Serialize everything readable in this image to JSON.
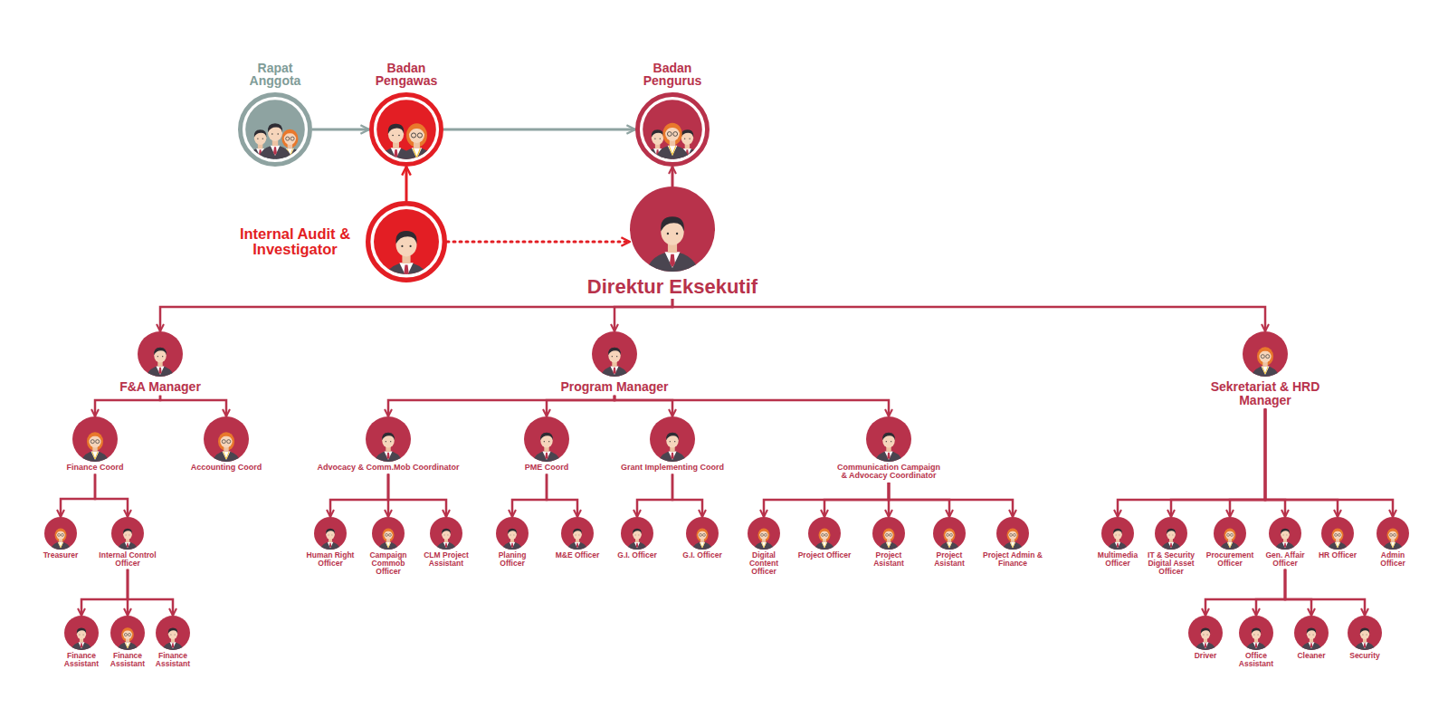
{
  "diagram": {
    "nodes": [
      {
        "text": [
          "Rapat Anggota"
        ]
      },
      {
        "text": [
          "Badan Pengawas"
        ]
      },
      {
        "text": [
          "Badan Pengurus"
        ]
      },
      {
        "text": [
          "Internal Audit & Investigator"
        ]
      },
      {
        "text": [
          "Direktur Eksekutif"
        ]
      },
      {
        "text": [
          "F&A Manager"
        ]
      },
      {
        "text": [
          "Program Manager"
        ]
      },
      {
        "text": [
          "Sekretariat & HRD Manager"
        ]
      },
      {
        "text": [
          "Finance Coord"
        ]
      },
      {
        "text": [
          "Accounting Coord"
        ]
      },
      {
        "text": [
          "Advocacy & Comm.Mob Coordinator"
        ]
      },
      {
        "text": [
          "PME Coord"
        ]
      },
      {
        "text": [
          "Grant Implementing Coord"
        ]
      },
      {
        "text": [
          "Communication Campaign & Advocacy Coordinator"
        ]
      },
      {
        "text": [
          "Treasurer"
        ]
      },
      {
        "text": [
          "Internal Control Officer"
        ]
      },
      {
        "text": [
          "Human Right Officer"
        ]
      },
      {
        "text": [
          "Campaign Commob Officer"
        ]
      },
      {
        "text": [
          "CLM Project Assistant"
        ]
      },
      {
        "text": [
          "Planing Officer"
        ]
      },
      {
        "text": [
          "M&E Officer"
        ]
      },
      {
        "text": [
          "G.I. Officer"
        ]
      },
      {
        "text": [
          "G.I. Officer"
        ]
      },
      {
        "text": [
          "Digital Content Officer"
        ]
      },
      {
        "text": [
          "Project Officer"
        ]
      },
      {
        "text": [
          "Project Asistant"
        ]
      },
      {
        "text": [
          "Project Asistant"
        ]
      },
      {
        "text": [
          "Project Admin & Finance"
        ]
      },
      {
        "text": [
          "Multimedia Officer"
        ]
      },
      {
        "text": [
          "IT & Security Digital Asset Officer"
        ]
      },
      {
        "text": [
          "Procurement Officer"
        ]
      },
      {
        "text": [
          "Gen. Affair Officer"
        ]
      },
      {
        "text": [
          "HR Officer"
        ]
      },
      {
        "text": [
          "Admin Officer"
        ]
      },
      {
        "text": [
          "Finance Assistant"
        ]
      },
      {
        "text": [
          "Finance Assistant"
        ]
      },
      {
        "text": [
          "Finance Assistant"
        ]
      },
      {
        "text": [
          "Driver"
        ]
      },
      {
        "text": [
          "Office Assistant"
        ]
      },
      {
        "text": [
          "Cleaner"
        ]
      },
      {
        "text": [
          "Security"
        ]
      }
    ],
    "edges": [
      {
        "from": 0,
        "to": 1,
        "arrow": "to"
      },
      {
        "from": 1,
        "to": 2,
        "arrow": "to"
      },
      {
        "from": 3,
        "to": 1,
        "arrow": "to"
      },
      {
        "from": 3,
        "to": 4,
        "arrow": "to"
      },
      {
        "from": 4,
        "to": 2,
        "arrow": "to"
      },
      {
        "from": 4,
        "to": 5,
        "arrow": "to"
      },
      {
        "from": 4,
        "to": 6,
        "arrow": "to"
      },
      {
        "from": 4,
        "to": 7,
        "arrow": "to"
      },
      {
        "from": 5,
        "to": 8,
        "arrow": "to"
      },
      {
        "from": 5,
        "to": 9,
        "arrow": "to"
      },
      {
        "from": 6,
        "to": 10,
        "arrow": "to"
      },
      {
        "from": 6,
        "to": 11,
        "arrow": "to"
      },
      {
        "from": 6,
        "to": 12,
        "arrow": "to"
      },
      {
        "from": 6,
        "to": 13,
        "arrow": "to"
      },
      {
        "from": 7,
        "to": 28,
        "arrow": "to"
      },
      {
        "from": 7,
        "to": 29,
        "arrow": "to"
      },
      {
        "from": 7,
        "to": 30,
        "arrow": "to"
      },
      {
        "from": 7,
        "to": 31,
        "arrow": "to"
      },
      {
        "from": 7,
        "to": 32,
        "arrow": "to"
      },
      {
        "from": 7,
        "to": 33,
        "arrow": "to"
      },
      {
        "from": 8,
        "to": 14,
        "arrow": "to"
      },
      {
        "from": 8,
        "to": 15,
        "arrow": "to"
      },
      {
        "from": 10,
        "to": 16,
        "arrow": "to"
      },
      {
        "from": 10,
        "to": 17,
        "arrow": "to"
      },
      {
        "from": 10,
        "to": 18,
        "arrow": "to"
      },
      {
        "from": 11,
        "to": 19,
        "arrow": "to"
      },
      {
        "from": 11,
        "to": 20,
        "arrow": "to"
      },
      {
        "from": 12,
        "to": 21,
        "arrow": "to"
      },
      {
        "from": 12,
        "to": 22,
        "arrow": "to"
      },
      {
        "from": 13,
        "to": 23,
        "arrow": "to"
      },
      {
        "from": 13,
        "to": 24,
        "arrow": "to"
      },
      {
        "from": 13,
        "to": 25,
        "arrow": "to"
      },
      {
        "from": 13,
        "to": 26,
        "arrow": "to"
      },
      {
        "from": 13,
        "to": 27,
        "arrow": "to"
      },
      {
        "from": 15,
        "to": 34,
        "arrow": "to"
      },
      {
        "from": 15,
        "to": 35,
        "arrow": "to"
      },
      {
        "from": 15,
        "to": 36,
        "arrow": "to"
      },
      {
        "from": 31,
        "to": 37,
        "arrow": "to"
      },
      {
        "from": 31,
        "to": 38,
        "arrow": "to"
      },
      {
        "from": 31,
        "to": 39,
        "arrow": "to"
      },
      {
        "from": 31,
        "to": 40,
        "arrow": "to"
      }
    ]
  }
}
